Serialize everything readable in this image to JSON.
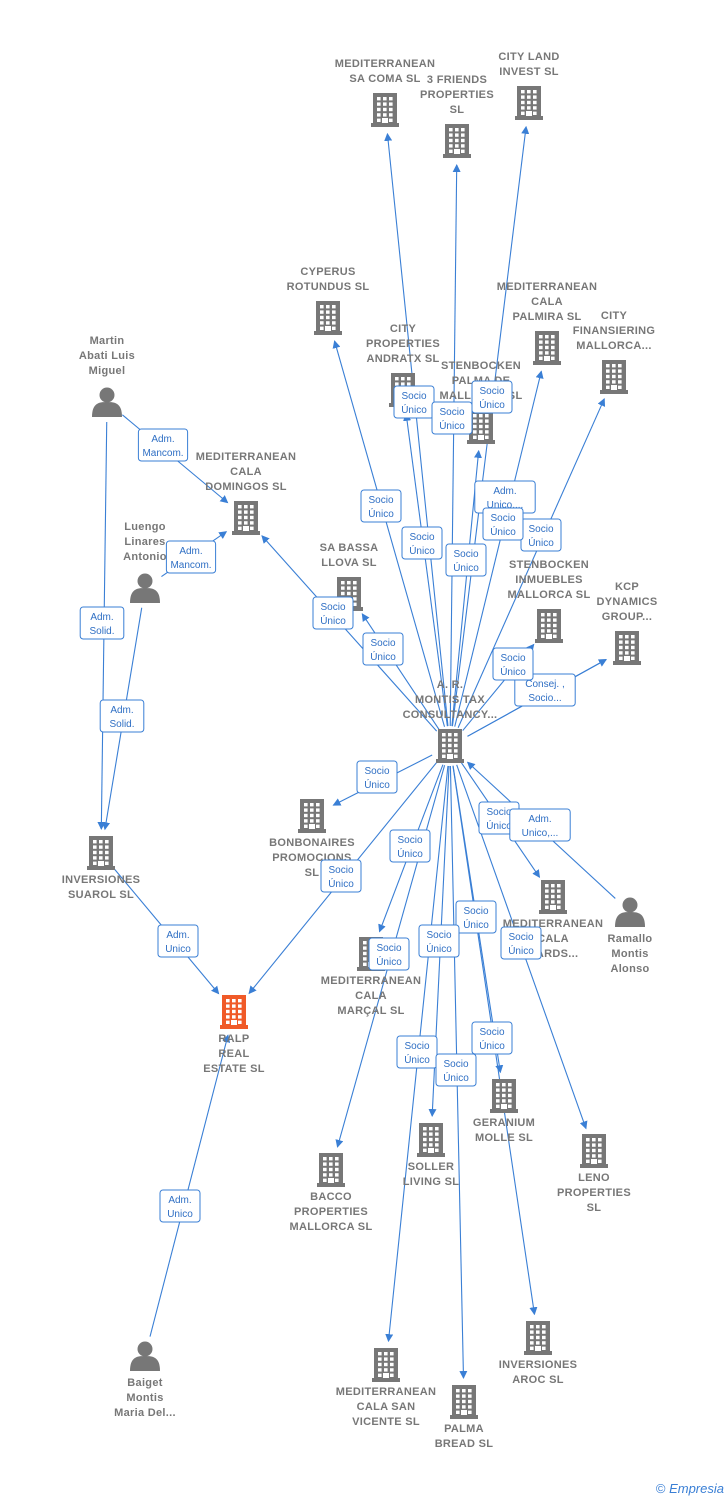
{
  "colors": {
    "edge": "#3a7fd5",
    "node": "#777777",
    "focus": "#f05a28"
  },
  "footer": {
    "copyright": "©",
    "brand": "Empresia"
  },
  "nodes": [
    {
      "id": "montis",
      "kind": "company",
      "lines": [
        "A.  R.",
        "MONTIS TAX",
        "CONSULTANCY..."
      ]
    },
    {
      "id": "ralp",
      "kind": "company",
      "focus": true,
      "lines": [
        "RALP",
        "REAL",
        "ESTATE  SL"
      ]
    },
    {
      "id": "martin",
      "kind": "person",
      "lines": [
        "Martin",
        "Abati Luis",
        "Miguel"
      ]
    },
    {
      "id": "luengo",
      "kind": "person",
      "lines": [
        "Luengo",
        "Linares",
        "Antonio"
      ]
    },
    {
      "id": "ramallo",
      "kind": "person",
      "lines": [
        "Ramallo",
        "Montis",
        "Alonso"
      ]
    },
    {
      "id": "baiget",
      "kind": "person",
      "lines": [
        "Baiget",
        "Montis",
        "Maria Del..."
      ]
    },
    {
      "id": "sacoma",
      "kind": "company",
      "lines": [
        "MEDITERRANEAN",
        "SA COMA  SL"
      ]
    },
    {
      "id": "friends",
      "kind": "company",
      "lines": [
        "3 FRIENDS",
        "PROPERTIES",
        "SL"
      ]
    },
    {
      "id": "cityland",
      "kind": "company",
      "lines": [
        "CITY LAND",
        "INVEST  SL"
      ]
    },
    {
      "id": "cyperus",
      "kind": "company",
      "lines": [
        "CYPERUS",
        "ROTUNDUS  SL"
      ]
    },
    {
      "id": "cityprop",
      "kind": "company",
      "lines": [
        "CITY",
        "PROPERTIES",
        "ANDRATX  SL"
      ]
    },
    {
      "id": "stenpalma",
      "kind": "company",
      "lines": [
        "STENBOCKEN",
        "PALMA DE",
        "MALLORCA  SL"
      ]
    },
    {
      "id": "calapalmira",
      "kind": "company",
      "lines": [
        "MEDITERRANEAN",
        "CALA",
        "PALMIRA  SL"
      ]
    },
    {
      "id": "cityfin",
      "kind": "company",
      "lines": [
        "CITY",
        "FINANSIERING",
        "MALLORCA..."
      ]
    },
    {
      "id": "caladom",
      "kind": "company",
      "lines": [
        "MEDITERRANEAN",
        "CALA",
        "DOMINGOS  SL"
      ]
    },
    {
      "id": "sabassa",
      "kind": "company",
      "lines": [
        "SA BASSA",
        "LLOVA  SL"
      ]
    },
    {
      "id": "steninm",
      "kind": "company",
      "lines": [
        "STENBOCKEN",
        "INMUEBLES",
        "MALLORCA  SL"
      ]
    },
    {
      "id": "kcp",
      "kind": "company",
      "lines": [
        "KCP",
        "DYNAMICS",
        "GROUP..."
      ]
    },
    {
      "id": "suarol",
      "kind": "company",
      "lines": [
        "INVERSIONES",
        "SUAROL  SL"
      ]
    },
    {
      "id": "bonbon",
      "kind": "company",
      "lines": [
        "BONBONAIRES",
        "PROMOCIONS",
        "SL"
      ]
    },
    {
      "id": "calabards",
      "kind": "company",
      "lines": [
        "MEDITERRANEAN",
        "CALA",
        "BARDS..."
      ]
    },
    {
      "id": "calamarcal",
      "kind": "company",
      "lines": [
        "MEDITERRANEAN",
        "CALA",
        "MARÇAL  SL"
      ]
    },
    {
      "id": "geranium",
      "kind": "company",
      "lines": [
        "GERANIUM",
        "MOLLE  SL"
      ]
    },
    {
      "id": "soller",
      "kind": "company",
      "lines": [
        "SOLLER",
        "LIVING  SL"
      ]
    },
    {
      "id": "leno",
      "kind": "company",
      "lines": [
        "LENO",
        "PROPERTIES",
        "SL"
      ]
    },
    {
      "id": "bacco",
      "kind": "company",
      "lines": [
        "BACCO",
        "PROPERTIES",
        "MALLORCA  SL"
      ]
    },
    {
      "id": "aroc",
      "kind": "company",
      "lines": [
        "INVERSIONES",
        "AROC  SL"
      ]
    },
    {
      "id": "sanvicente",
      "kind": "company",
      "lines": [
        "MEDITERRANEAN",
        "CALA SAN",
        "VICENTE  SL"
      ]
    },
    {
      "id": "palmabread",
      "kind": "company",
      "lines": [
        "PALMA",
        "BREAD  SL"
      ]
    }
  ],
  "relations": [
    {
      "from": "montis",
      "to": "sacoma",
      "lines": [
        "Socio",
        "Único"
      ]
    },
    {
      "from": "montis",
      "to": "friends",
      "lines": [
        "Socio",
        "Único"
      ]
    },
    {
      "from": "montis",
      "to": "cityland",
      "lines": [
        "Socio",
        "Único"
      ]
    },
    {
      "from": "montis",
      "to": "cyperus",
      "lines": [
        "Socio",
        "Único"
      ]
    },
    {
      "from": "montis",
      "to": "cityprop",
      "lines": [
        "Socio",
        "Único"
      ]
    },
    {
      "from": "montis",
      "to": "stenpalma",
      "lines": [
        "Socio",
        "Único"
      ]
    },
    {
      "from": "montis",
      "to": "calapalmira",
      "lines": [
        "Adm.",
        "Unico,..."
      ]
    },
    {
      "from": "montis",
      "to": "cityfin",
      "lines": [
        "Socio",
        "Único"
      ]
    },
    {
      "from": "montis",
      "to": "steninm",
      "lines": [
        "Socio",
        "Único"
      ]
    },
    {
      "from": "montis",
      "to": "caladom",
      "lines": [
        "Socio",
        "Único"
      ]
    },
    {
      "from": "montis",
      "to": "sabassa",
      "lines": [
        "Socio",
        "Único"
      ]
    },
    {
      "from": "montis",
      "to": "kcp",
      "lines": [
        "Consej. ,",
        "Socio..."
      ]
    },
    {
      "from": "montis",
      "to": "kcp",
      "lines": [
        "Socio",
        "Único"
      ]
    },
    {
      "from": "montis",
      "to": "bonbon",
      "lines": [
        "Socio",
        "Único"
      ]
    },
    {
      "from": "montis",
      "to": "ralp",
      "lines": [
        "Socio",
        "Único"
      ]
    },
    {
      "from": "montis",
      "to": "calamarcal",
      "lines": [
        "Socio",
        "Único"
      ]
    },
    {
      "from": "montis",
      "to": "calabards",
      "lines": [
        "Socio",
        "Único"
      ]
    },
    {
      "from": "montis",
      "to": "geranium",
      "lines": [
        "Socio",
        "Único"
      ]
    },
    {
      "from": "montis",
      "to": "soller",
      "lines": [
        "Socio",
        "Único"
      ]
    },
    {
      "from": "montis",
      "to": "leno",
      "lines": [
        "Socio",
        "Único"
      ]
    },
    {
      "from": "montis",
      "to": "bacco",
      "lines": [
        "Socio",
        "Único"
      ]
    },
    {
      "from": "montis",
      "to": "aroc",
      "lines": [
        "Socio",
        "Único"
      ]
    },
    {
      "from": "montis",
      "to": "sanvicente",
      "lines": [
        "Socio",
        "Único"
      ]
    },
    {
      "from": "montis",
      "to": "palmabread",
      "lines": [
        "Socio",
        "Único"
      ]
    },
    {
      "from": "ramallo",
      "to": "montis",
      "lines": [
        "Adm.",
        "Unico,..."
      ]
    },
    {
      "from": "martin",
      "to": "caladom",
      "lines": [
        "Adm.",
        "Mancom."
      ]
    },
    {
      "from": "luengo",
      "to": "caladom",
      "lines": [
        "Adm.",
        "Mancom."
      ]
    },
    {
      "from": "martin",
      "to": "suarol",
      "lines": [
        "Adm.",
        "Solid."
      ]
    },
    {
      "from": "luengo",
      "to": "suarol",
      "lines": [
        "Adm.",
        "Solid."
      ]
    },
    {
      "from": "suarol",
      "to": "ralp",
      "lines": [
        "Adm.",
        "Unico"
      ]
    },
    {
      "from": "baiget",
      "to": "ralp",
      "lines": [
        "Adm.",
        "Unico"
      ]
    }
  ]
}
